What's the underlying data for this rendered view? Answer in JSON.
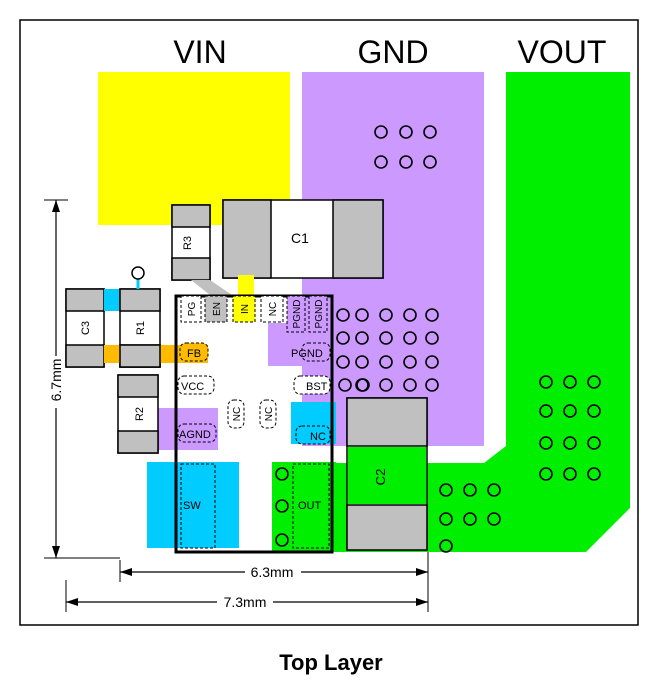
{
  "nets": {
    "vin": "VIN",
    "gnd": "GND",
    "vout": "VOUT"
  },
  "components": {
    "c1": "C1",
    "c2": "C2",
    "c3": "C3",
    "r1": "R1",
    "r2": "R2",
    "r3": "R3"
  },
  "pins": {
    "pg": "PG",
    "en": "EN",
    "in": "IN",
    "nc": "NC",
    "pgnd": "PGND",
    "fb": "FB",
    "vcc": "VCC",
    "bst": "BST",
    "agnd": "AGND",
    "sw": "SW",
    "out": "OUT"
  },
  "dimensions": {
    "height": "6.7mm",
    "width_inner": "6.3mm",
    "width_outer": "7.3mm"
  },
  "caption": "Top Layer",
  "colors": {
    "vin": "#ffff00",
    "gnd": "#cc99ff",
    "vout": "#00ee00",
    "sw": "#00ccff",
    "fb": "#ffbb00",
    "pad": "#c0c0c0",
    "outline": "#000000"
  }
}
